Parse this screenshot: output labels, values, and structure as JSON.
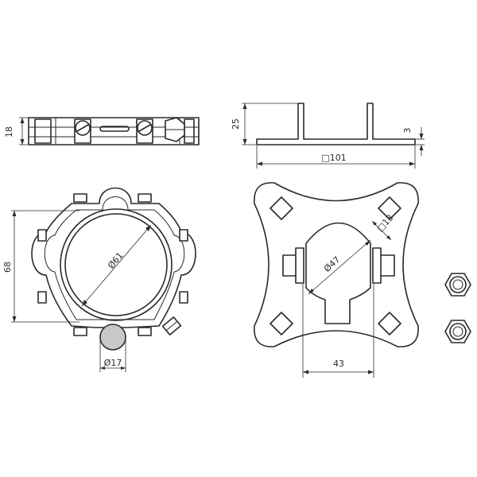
{
  "dimensions": {
    "clamp_side_height": "18",
    "bracket_height": "25",
    "bracket_thickness": "3",
    "bracket_length": "□101",
    "clamp_height": "68",
    "clamp_inner_diameter": "Ø61",
    "rod_diameter": "Ø17",
    "plate_opening_diameter": "Ø47",
    "square_hole": "□13",
    "slot_width": "43"
  },
  "icons": {
    "nut": "hex-nut-icon"
  }
}
